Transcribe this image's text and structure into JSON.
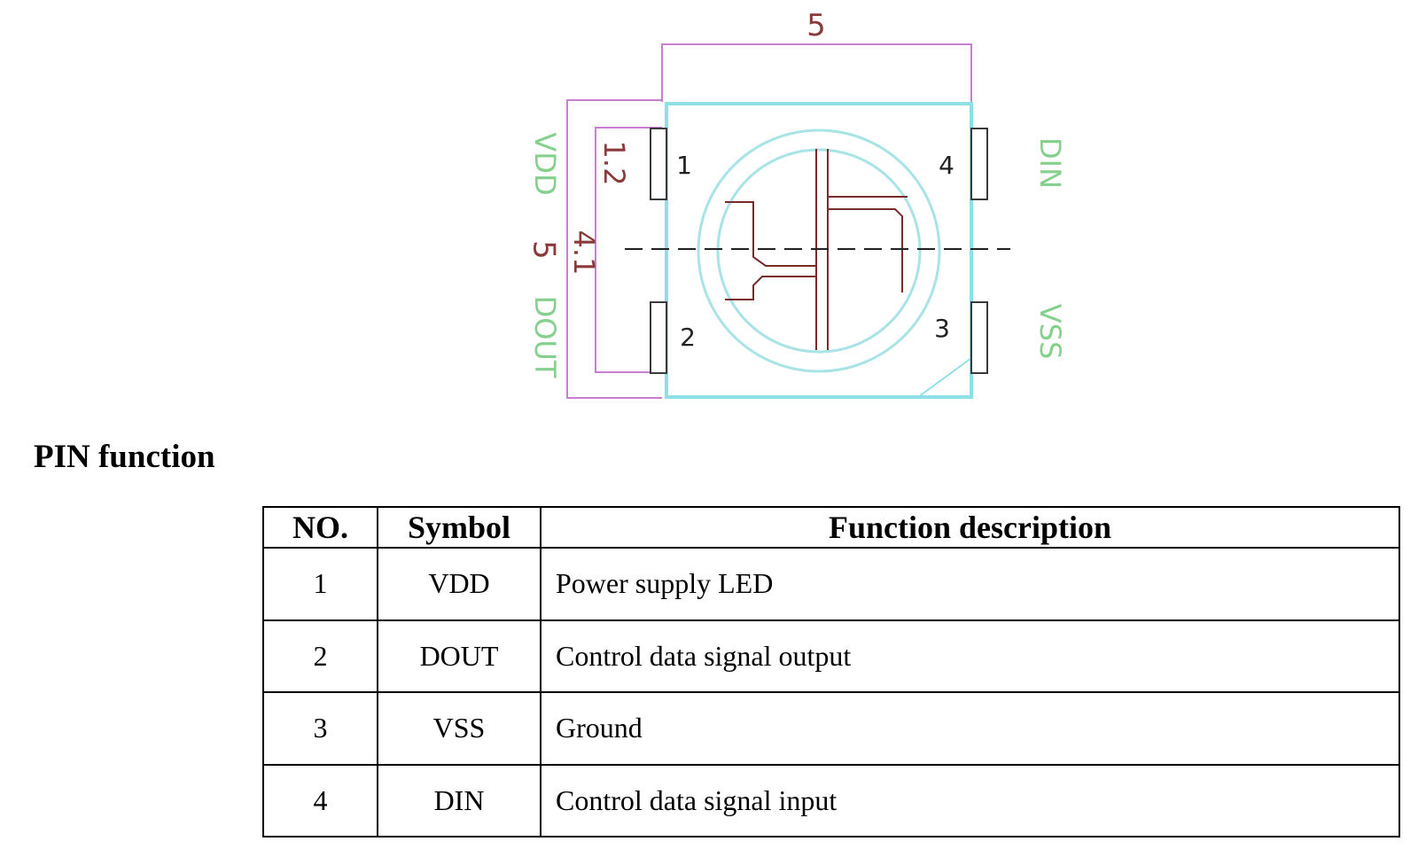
{
  "diagram": {
    "dimensions": {
      "width": "5",
      "height": "5",
      "pad_length": "1.2",
      "pad_span": "4.1"
    },
    "pins": [
      {
        "number": "1",
        "name": "VDD"
      },
      {
        "number": "2",
        "name": "DOUT"
      },
      {
        "number": "3",
        "name": "VSS"
      },
      {
        "number": "4",
        "name": "DIN"
      }
    ],
    "colors": {
      "body_outline": "#8ee0e6",
      "dimension_lines": "#c87fd0",
      "die_lines": "#7a2a2a",
      "pin_labels": "#86d08e"
    }
  },
  "section_title": "PIN function",
  "table": {
    "headers": {
      "no": "NO.",
      "symbol": "Symbol",
      "description": "Function description"
    },
    "rows": [
      {
        "no": "1",
        "symbol": "VDD",
        "description": "Power supply LED"
      },
      {
        "no": "2",
        "symbol": "DOUT",
        "description": "Control data signal output"
      },
      {
        "no": "3",
        "symbol": "VSS",
        "description": "Ground"
      },
      {
        "no": "4",
        "symbol": "DIN",
        "description": "Control data signal input"
      }
    ]
  }
}
